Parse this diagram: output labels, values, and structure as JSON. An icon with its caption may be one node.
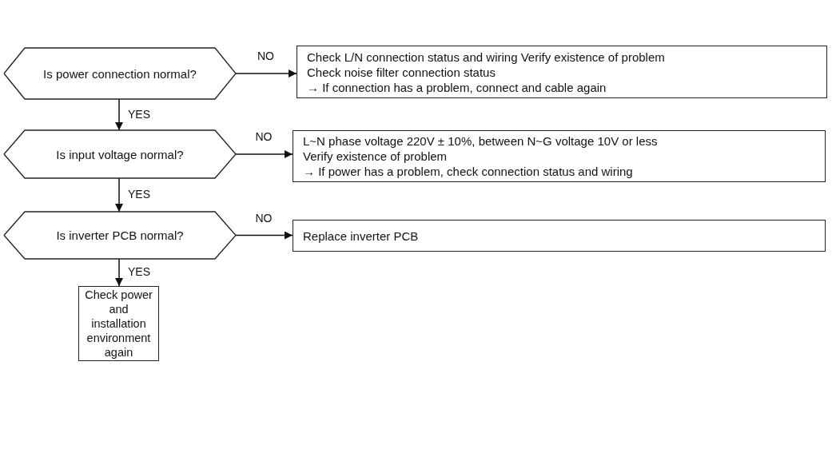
{
  "diagram": {
    "nodes": [
      {
        "text": [
          "Is power connection normal?"
        ]
      },
      {
        "text": [
          "Check L/N connection status and wiring Verify existence of problem",
          "Check noise filter connection status",
          "→ If connection has a problem, connect and cable again"
        ]
      },
      {
        "text": [
          "Is input voltage normal?"
        ]
      },
      {
        "text": [
          "L~N phase voltage 220V ± 10%, between N~G voltage 10V or less",
          "Verify existence of problem",
          "→ If power has a problem, check connection status and wiring"
        ]
      },
      {
        "text": [
          "Is inverter PCB normal?"
        ]
      },
      {
        "text": [
          "Replace inverter PCB"
        ]
      },
      {
        "text": [
          "Check power and installation environment again"
        ]
      }
    ],
    "edges": [
      {
        "from": 0,
        "to": 1,
        "arrow": "to",
        "label": "NO"
      },
      {
        "from": 0,
        "to": 2,
        "arrow": "to",
        "label": "YES"
      },
      {
        "from": 2,
        "to": 3,
        "arrow": "to",
        "label": "NO"
      },
      {
        "from": 2,
        "to": 4,
        "arrow": "to",
        "label": "YES"
      },
      {
        "from": 4,
        "to": 5,
        "arrow": "to",
        "label": "NO"
      },
      {
        "from": 4,
        "to": 6,
        "arrow": "to",
        "label": "YES"
      }
    ]
  }
}
